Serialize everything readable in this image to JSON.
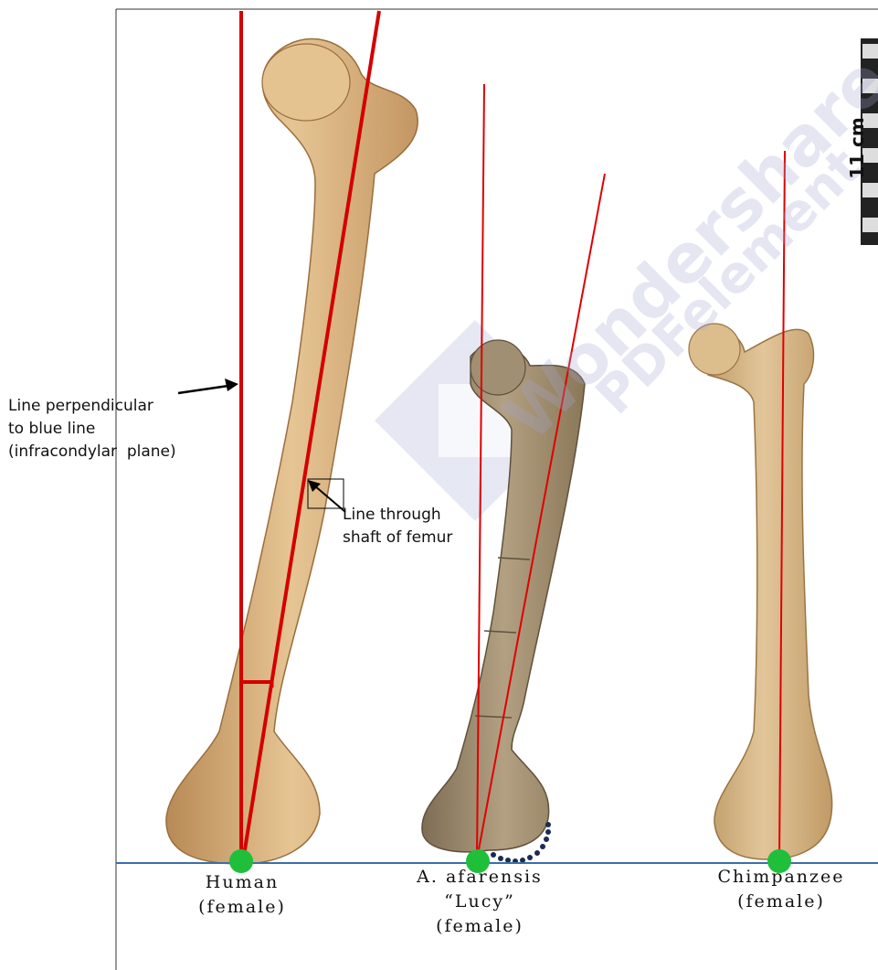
{
  "annotations": {
    "perpendicular_label": "Line perpendicular\nto blue line\n(infracondylar  plane)",
    "shaft_label": "Line through\nshaft of femur"
  },
  "captions": {
    "human": "Human\n(female)",
    "lucy": "A. afarensis\n“Lucy”\n(female)",
    "chimp": "Chimpanzee\n(female)"
  },
  "scale_bar": {
    "label": "11 cm"
  },
  "watermark": {
    "line1": "Wondershare",
    "line2": "PDFelement"
  },
  "colors": {
    "bone_human": "#d8b27e",
    "bone_lucy": "#a89677",
    "bone_chimp": "#d2b487",
    "red_line": "#e00000",
    "baseline": "#3a6fa8",
    "contact_point": "#1fbf3a"
  }
}
